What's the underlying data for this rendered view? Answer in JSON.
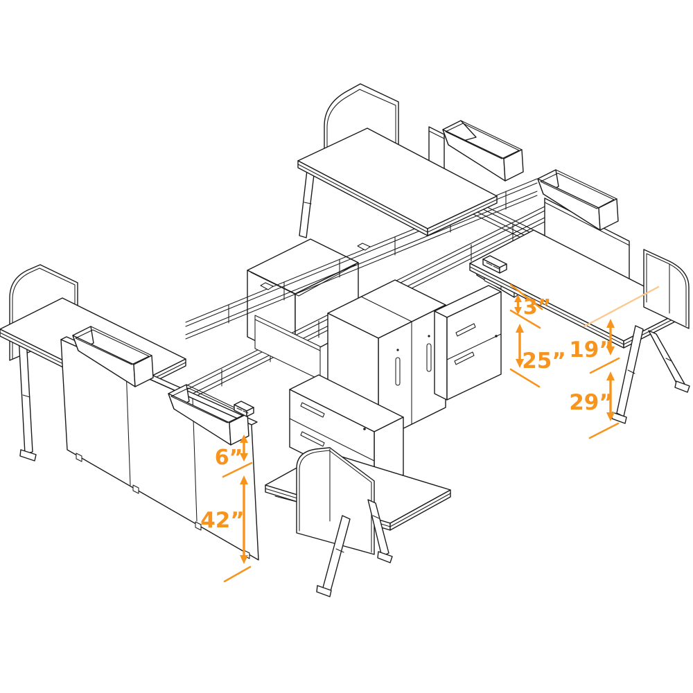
{
  "dimensions": {
    "d3": {
      "label": "3”"
    },
    "d25": {
      "label": "25”"
    },
    "d19": {
      "label": "19”"
    },
    "d29": {
      "label": "29”"
    },
    "d6": {
      "label": "6”"
    },
    "d42": {
      "label": "42”"
    }
  },
  "colors": {
    "line": "#1A1A1A",
    "dimension_accent": "#F7941E",
    "dimension_leader_light": "#FBC98F",
    "background": "#FFFFFF"
  }
}
